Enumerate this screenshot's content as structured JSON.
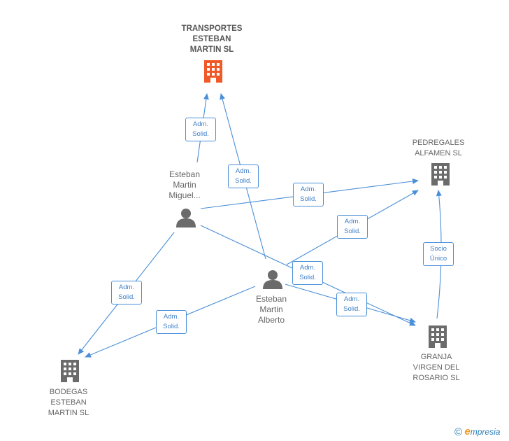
{
  "nodes": {
    "transportes": {
      "label": "TRANSPORTES\nESTEBAN\nMARTIN SL",
      "icon": "building-icon",
      "color": "#f05a28"
    },
    "pedregales": {
      "label": "PEDREGALES\nALFAMEN SL",
      "icon": "building-icon",
      "color": "#6b6b6b"
    },
    "miguel": {
      "label": "Esteban\nMartin\nMiguel...",
      "icon": "person-icon",
      "color": "#6b6b6b"
    },
    "alberto": {
      "label": "Esteban\nMartin\nAlberto",
      "icon": "person-icon",
      "color": "#6b6b6b"
    },
    "bodegas": {
      "label": "BODEGAS\nESTEBAN\nMARTIN SL",
      "icon": "building-icon",
      "color": "#6b6b6b"
    },
    "granja": {
      "label": "GRANJA\nVIRGEN DEL\nROSARIO SL",
      "icon": "building-icon",
      "color": "#6b6b6b"
    }
  },
  "edges": [
    {
      "id": "e1",
      "label": "Adm.\nSolid."
    },
    {
      "id": "e2",
      "label": "Adm.\nSolid."
    },
    {
      "id": "e3",
      "label": "Adm.\nSolid."
    },
    {
      "id": "e4",
      "label": "Adm.\nSolid."
    },
    {
      "id": "e5",
      "label": "Adm.\nSolid."
    },
    {
      "id": "e6",
      "label": "Adm.\nSolid."
    },
    {
      "id": "e7",
      "label": "Adm.\nSolid."
    },
    {
      "id": "e8",
      "label": "Adm.\nSolid."
    },
    {
      "id": "e9",
      "label": "Socio\nÚnico"
    }
  ],
  "colors": {
    "edge": "#4a8fd8"
  },
  "brand": {
    "copyright": "©",
    "first_letter": "e",
    "rest": "mpresia"
  }
}
